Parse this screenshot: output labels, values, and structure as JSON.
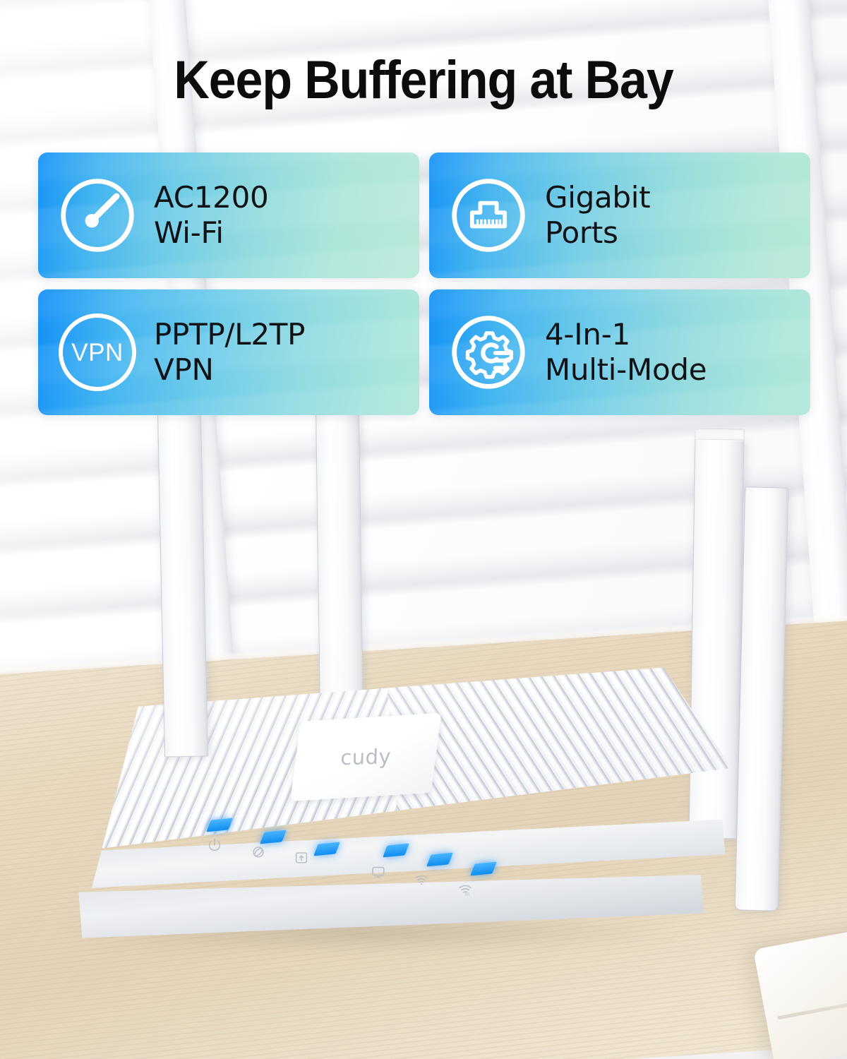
{
  "headline": "Keep Buffering at Bay",
  "brand": {
    "logo_text": "cudy"
  },
  "colors": {
    "gradient_start": "#0f8ff6",
    "gradient_end": "#b6e9da",
    "card_text": "#101215",
    "headline": "#0b0c0e",
    "icon": "#ffffff",
    "led": "#0e8df0",
    "desk": "#e8d9c0",
    "blinds": "#ffffff"
  },
  "features": [
    {
      "id": "ac1200-wifi",
      "icon": "speedometer-icon",
      "label": "AC1200\nWi-Fi"
    },
    {
      "id": "gigabit-ports",
      "icon": "ethernet-port-icon",
      "label": "Gigabit\nPorts"
    },
    {
      "id": "vpn",
      "icon": "vpn-icon",
      "icon_text": "VPN",
      "label": "PPTP/L2TP\nVPN"
    },
    {
      "id": "multi-mode",
      "icon": "gear-settings-icon",
      "label": "4-In-1\nMulti-Mode"
    }
  ],
  "product": {
    "type": "wifi-router",
    "antenna_count": 4,
    "led_indicators": [
      {
        "name": "power-led-icon"
      },
      {
        "name": "internet-led-icon"
      },
      {
        "name": "wan-led-icon"
      },
      {
        "name": "lan-led-icon"
      },
      {
        "name": "wifi-24g-led-icon"
      },
      {
        "name": "wifi-5g-led-icon"
      }
    ]
  }
}
